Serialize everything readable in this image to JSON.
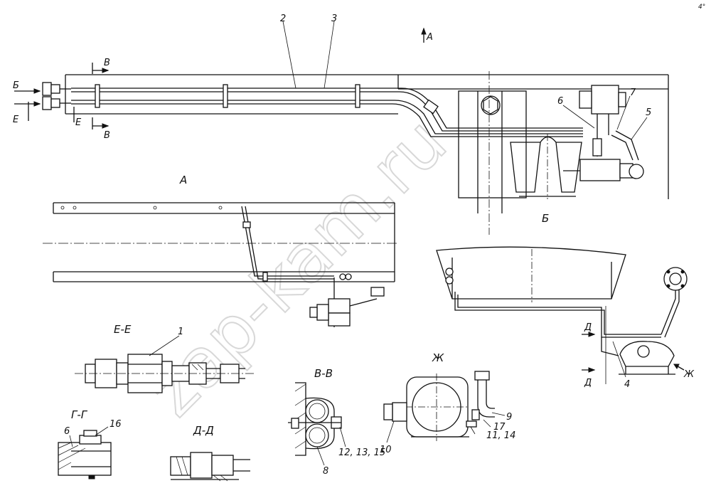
{
  "watermark": "zap-kam.ru",
  "corner_mark": "4°",
  "views": {
    "view_a": "А",
    "view_b": "Б",
    "section_ee": "Е-Е",
    "section_gg": "Г-Г",
    "section_dd": "Д-Д",
    "section_vv": "В-В",
    "view_zh": "Ж"
  },
  "markers": {
    "arrow_a": "А",
    "arrow_b": "Б",
    "arrow_v_top": "В",
    "arrow_v_bottom": "В",
    "arrow_e_left": "Е",
    "arrow_e_right": "Е",
    "arrow_d_top": "Д",
    "arrow_d_bottom": "Д",
    "arrow_zh": "Ж"
  },
  "callouts": {
    "c1": "1",
    "c2": "2",
    "c3": "3",
    "c4": "4",
    "c5": "5",
    "c6_top": "6",
    "c6_gg": "6",
    "c7": "7",
    "c8": "8",
    "c9": "9",
    "c10": "10",
    "c11_14": "11, 14",
    "c12_13_15": "12, 13, 15",
    "c16": "16",
    "c17": "17"
  }
}
